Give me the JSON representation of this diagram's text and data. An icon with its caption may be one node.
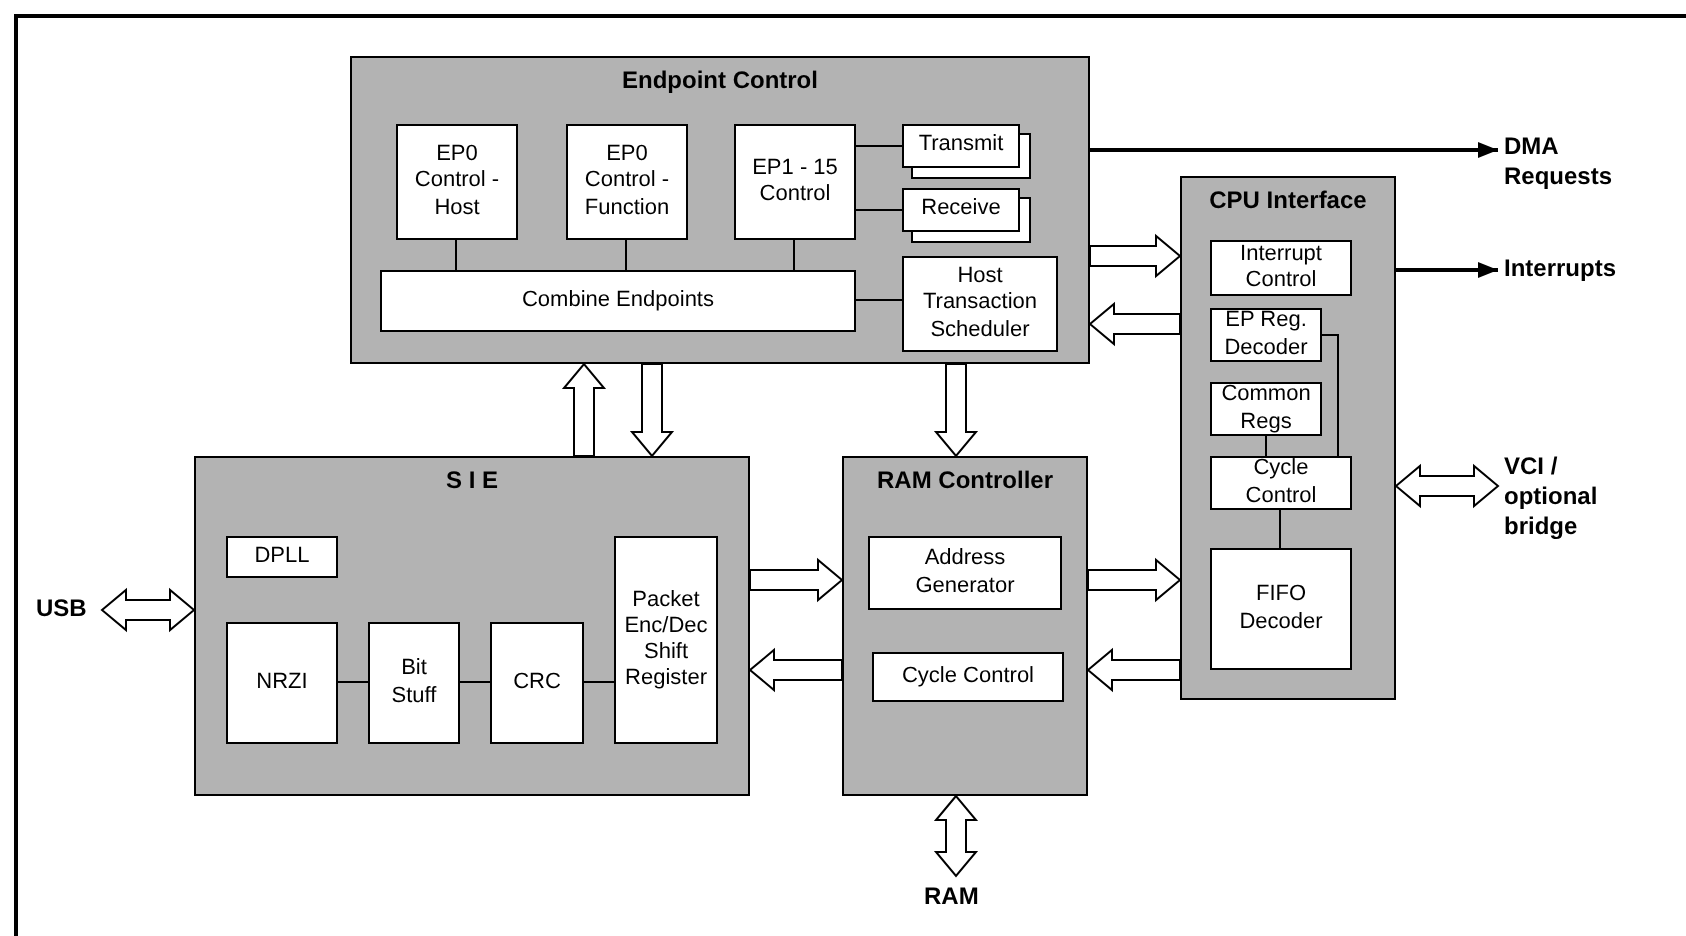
{
  "diagram": {
    "nodes": [
      {
        "text": [
          "Endpoint Control"
        ]
      },
      {
        "text": [
          "EP0 Control - Host"
        ],
        "in": 0
      },
      {
        "text": [
          "EP0 Control - Function"
        ],
        "in": 0
      },
      {
        "text": [
          "EP1 - 15 Control"
        ],
        "in": 0
      },
      {
        "text": [
          "Transmit"
        ],
        "in": 0
      },
      {
        "text": [
          "Receive"
        ],
        "in": 0
      },
      {
        "text": [
          "Combine Endpoints"
        ],
        "in": 0
      },
      {
        "text": [
          "Host Transaction Scheduler"
        ],
        "in": 0
      },
      {
        "text": [
          "DMA Requests"
        ]
      },
      {
        "text": [
          "CPU Interface"
        ]
      },
      {
        "text": [
          "Interrupt Control"
        ],
        "in": 9
      },
      {
        "text": [
          "EP Reg. Decoder"
        ],
        "in": 9
      },
      {
        "text": [
          "Common Regs"
        ],
        "in": 9
      },
      {
        "text": [
          "Cycle Control"
        ],
        "in": 9
      },
      {
        "text": [
          "FIFO Decoder"
        ],
        "in": 9
      },
      {
        "text": [
          "Interrupts"
        ]
      },
      {
        "text": [
          "VCI / optional bridge"
        ]
      },
      {
        "text": [
          "S I E"
        ]
      },
      {
        "text": [
          "DPLL"
        ],
        "in": 17
      },
      {
        "text": [
          "NRZI"
        ],
        "in": 17
      },
      {
        "text": [
          "Bit Stuff"
        ],
        "in": 17
      },
      {
        "text": [
          "CRC"
        ],
        "in": 17
      },
      {
        "text": [
          "Packet Enc/Dec Shift Register"
        ],
        "in": 17
      },
      {
        "text": [
          "USB"
        ]
      },
      {
        "text": [
          "RAM Controller"
        ]
      },
      {
        "text": [
          "Address Generator"
        ],
        "in": 24
      },
      {
        "text": [
          "Cycle Control"
        ],
        "in": 24
      },
      {
        "text": [
          "RAM"
        ]
      }
    ],
    "edges": [
      {
        "from": 1,
        "to": 6,
        "arrow": "none"
      },
      {
        "from": 2,
        "to": 6,
        "arrow": "none"
      },
      {
        "from": 3,
        "to": 6,
        "arrow": "none"
      },
      {
        "from": 3,
        "to": 4,
        "arrow": "none"
      },
      {
        "from": 3,
        "to": 5,
        "arrow": "none"
      },
      {
        "from": 6,
        "to": 7,
        "arrow": "none"
      },
      {
        "from": 0,
        "to": 8,
        "arrow": "to"
      },
      {
        "from": 17,
        "to": 0,
        "arrow": "to",
        "style": "thick"
      },
      {
        "from": 0,
        "to": 17,
        "arrow": "to",
        "style": "thick"
      },
      {
        "from": 0,
        "to": 24,
        "arrow": "to",
        "style": "thick"
      },
      {
        "from": 0,
        "to": 9,
        "arrow": "to",
        "style": "thick"
      },
      {
        "from": 9,
        "to": 0,
        "arrow": "to",
        "style": "thick"
      },
      {
        "from": 9,
        "to": 15,
        "arrow": "to"
      },
      {
        "from": 9,
        "to": 16,
        "arrow": "both",
        "style": "thick"
      },
      {
        "from": 11,
        "to": 13,
        "arrow": "none"
      },
      {
        "from": 12,
        "to": 13,
        "arrow": "none"
      },
      {
        "from": 13,
        "to": 14,
        "arrow": "none"
      },
      {
        "from": 19,
        "to": 20,
        "arrow": "none"
      },
      {
        "from": 20,
        "to": 21,
        "arrow": "none"
      },
      {
        "from": 21,
        "to": 22,
        "arrow": "none"
      },
      {
        "from": 23,
        "to": 17,
        "arrow": "both",
        "style": "thick"
      },
      {
        "from": 17,
        "to": 24,
        "arrow": "to",
        "style": "thick"
      },
      {
        "from": 24,
        "to": 17,
        "arrow": "to",
        "style": "thick"
      },
      {
        "from": 24,
        "to": 9,
        "arrow": "to",
        "style": "thick"
      },
      {
        "from": 9,
        "to": 24,
        "arrow": "to",
        "style": "thick"
      },
      {
        "from": 24,
        "to": 27,
        "arrow": "both",
        "style": "thick"
      }
    ]
  }
}
